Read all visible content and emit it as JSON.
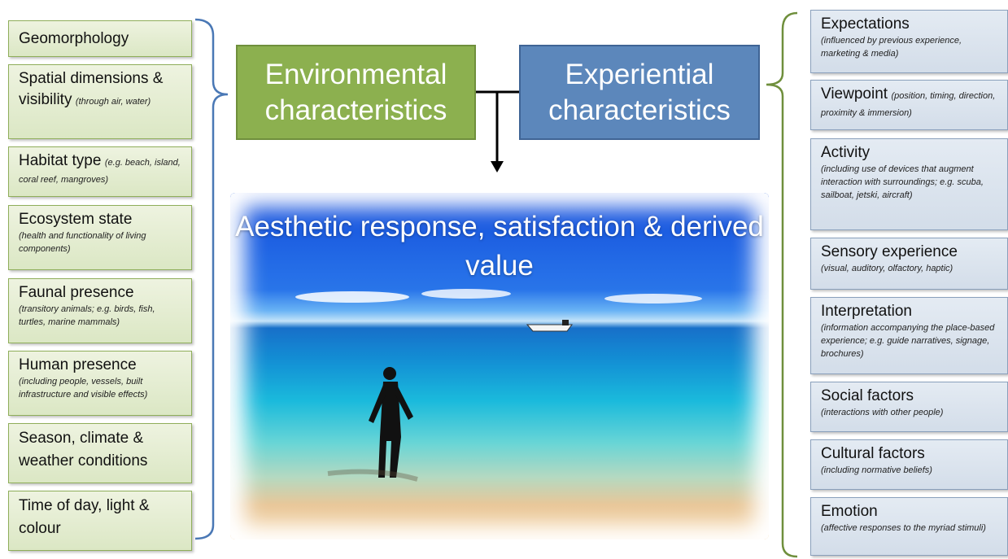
{
  "left_factors": [
    {
      "title": "Geomorphology",
      "detail": ""
    },
    {
      "title": "Spatial dimensions & visibility",
      "detail": "(through air, water)"
    },
    {
      "title": "Habitat type",
      "detail": "(e.g. beach, island, coral reef, mangroves)"
    },
    {
      "title": "Ecosystem state",
      "detail": "(health and functionality of living components)"
    },
    {
      "title": "Faunal presence",
      "detail": "(transitory animals; e.g. birds, fish, turtles, marine mammals)"
    },
    {
      "title": "Human presence",
      "detail": "(including people, vessels, built infrastructure and visible effects)"
    },
    {
      "title": "Season, climate & weather conditions",
      "detail": ""
    },
    {
      "title": "Time of day, light & colour",
      "detail": ""
    }
  ],
  "center": {
    "environmental": "Environmental characteristics",
    "experiential": "Experiential characteristics",
    "outcome": "Aesthetic response, satisfaction & derived value"
  },
  "right_factors": [
    {
      "title": "Expectations",
      "detail": "(influenced by previous experience, marketing & media)"
    },
    {
      "title": "Viewpoint",
      "detail": "(position, timing, direction, proximity & immersion)"
    },
    {
      "title": "Activity",
      "detail": "(including use of devices that augment interaction with surroundings; e.g. scuba, sailboat, jetski, aircraft)"
    },
    {
      "title": "Sensory experience",
      "detail": "(visual, auditory, olfactory, haptic)"
    },
    {
      "title": "Interpretation",
      "detail": "(information accompanying the place-based experience; e.g. guide narratives, signage, brochures)"
    },
    {
      "title": "Social factors",
      "detail": "(interactions with other people)"
    },
    {
      "title": "Cultural factors",
      "detail": "(including normative beliefs)"
    },
    {
      "title": "Emotion",
      "detail": "(affective responses to the myriad stimuli)"
    }
  ],
  "colors": {
    "environmental_fill": "#8cb04f",
    "experiential_fill": "#5c87bb",
    "left_box_fill": "#dbe7c4",
    "right_box_fill": "#d3dde9",
    "left_bracket": "#4a78b5",
    "right_bracket": "#6f8f3c"
  }
}
